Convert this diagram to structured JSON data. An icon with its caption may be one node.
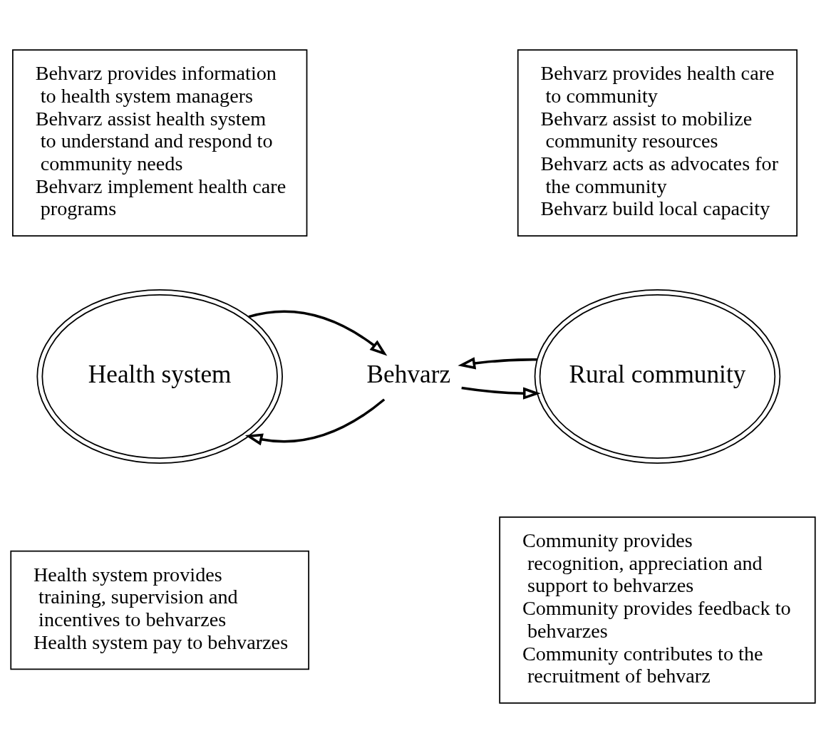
{
  "diagram": {
    "nodes": [
      {
        "text": [
          "Behvarz provides information to health system managers",
          "Behvarz assist health system to understand and respond to community needs",
          "Behvarz implement health care programs"
        ]
      },
      {
        "text": [
          "Behvarz provides health care to community",
          "Behvarz assist to mobilize community resources",
          "Behvarz acts as advocates for the community",
          "Behvarz build local capacity"
        ]
      },
      {
        "text": [
          "Health system"
        ]
      },
      {
        "text": [
          "Behvarz"
        ]
      },
      {
        "text": [
          "Rural community"
        ]
      },
      {
        "text": [
          "Health system provides training, supervision and incentives to behvarzes",
          "Health system pay to behvarzes"
        ]
      },
      {
        "text": [
          "Community provides recognition, appreciation and support to behvarzes",
          "Community provides feedback to behvarzes",
          "Community contributes to the recruitment of behvarz"
        ]
      }
    ],
    "edges": [
      {
        "from": 3,
        "to": 2,
        "arrow": "to"
      },
      {
        "from": 3,
        "to": 4,
        "arrow": "to"
      },
      {
        "from": 2,
        "to": 3,
        "arrow": "to"
      },
      {
        "from": 4,
        "to": 3,
        "arrow": "to"
      }
    ]
  }
}
